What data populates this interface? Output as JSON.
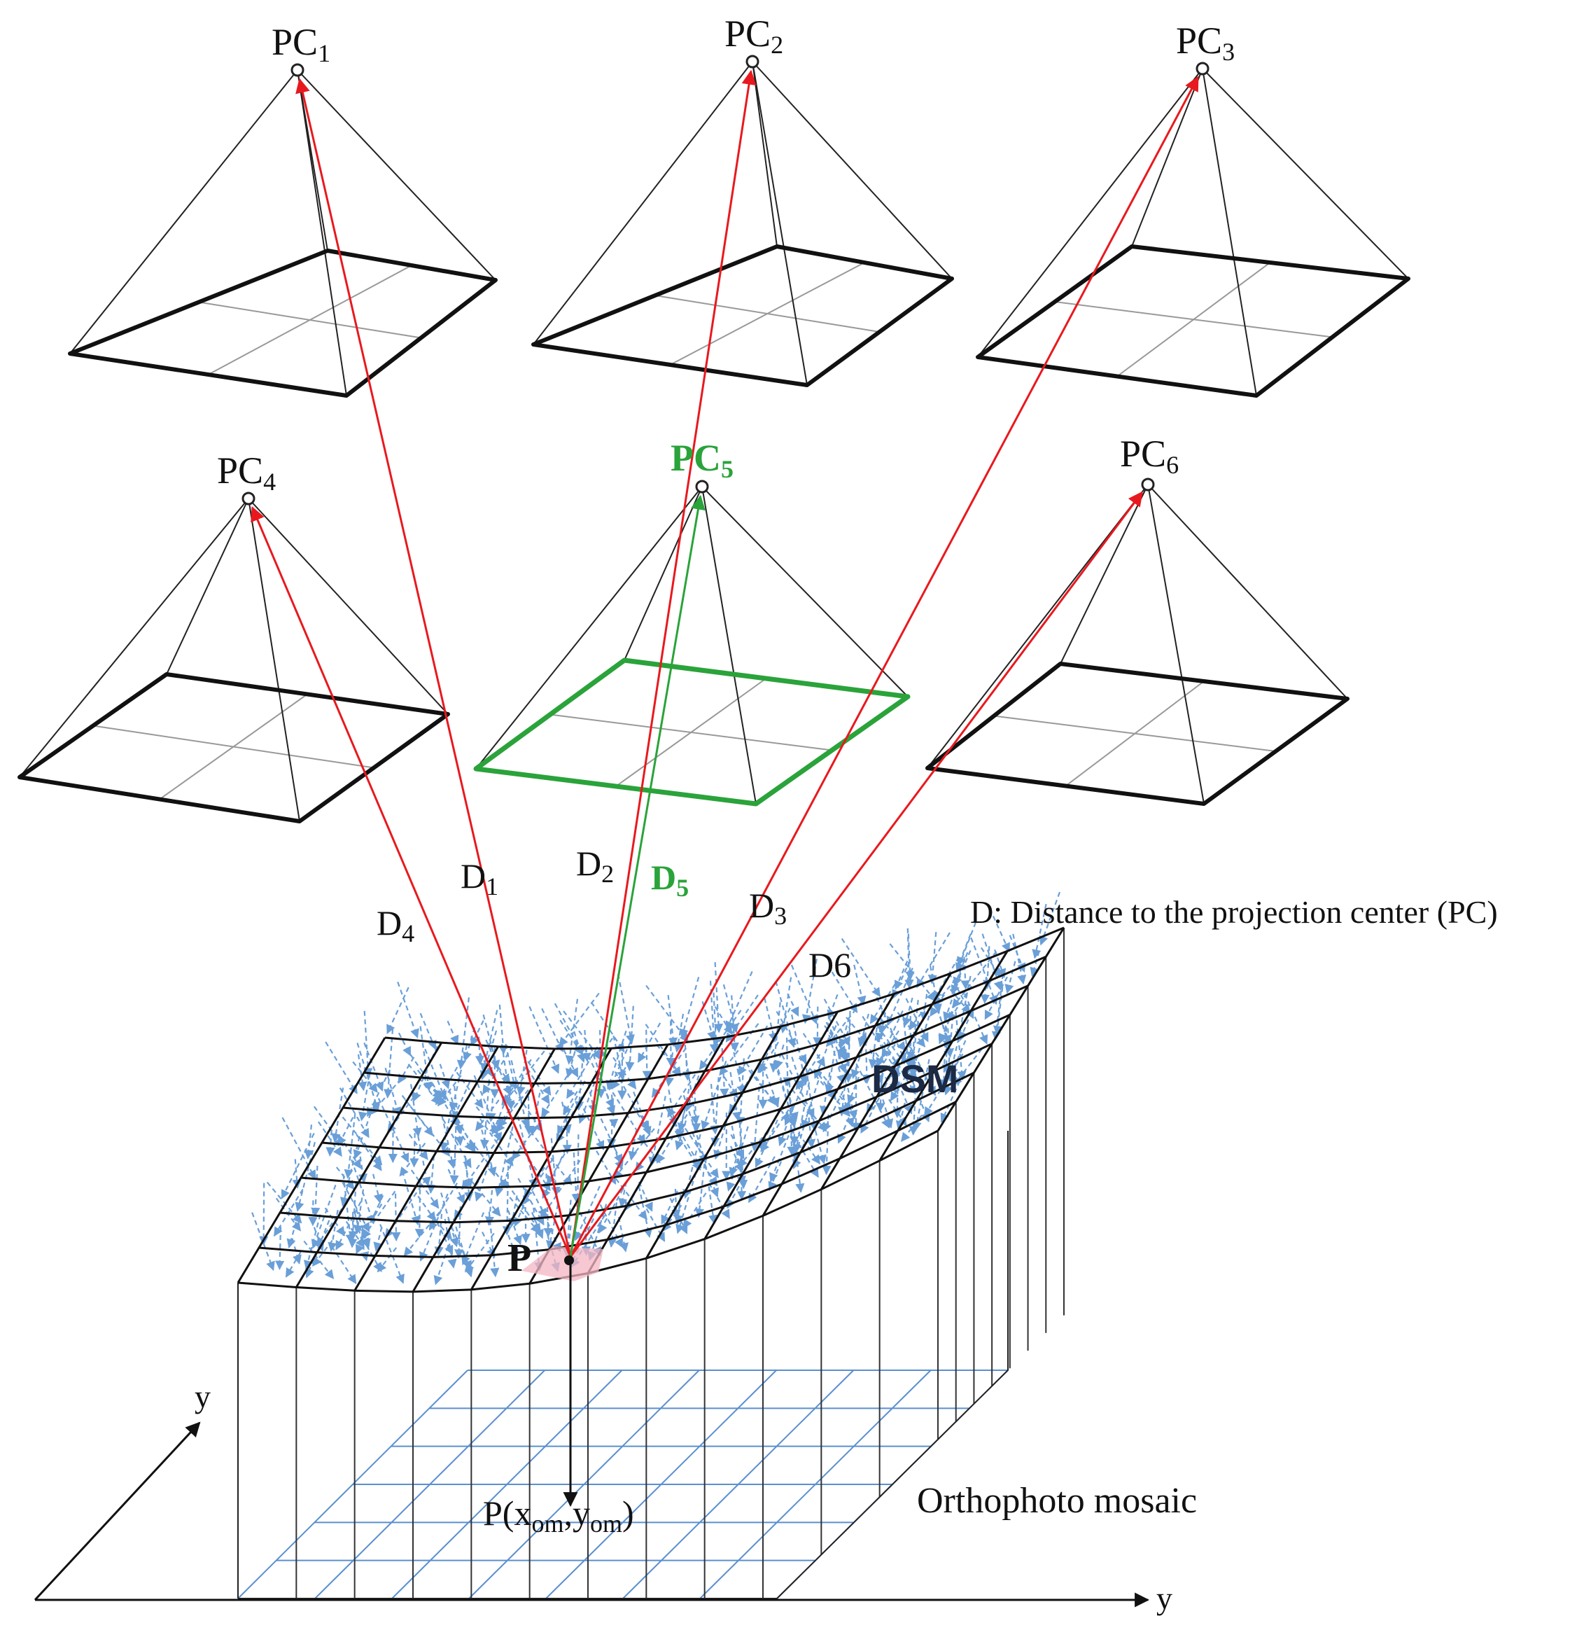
{
  "cameras": [
    {
      "id": "PC1",
      "prefix": "PC",
      "sub": "1"
    },
    {
      "id": "PC2",
      "prefix": "PC",
      "sub": "2"
    },
    {
      "id": "PC3",
      "prefix": "PC",
      "sub": "3"
    },
    {
      "id": "PC4",
      "prefix": "PC",
      "sub": "4"
    },
    {
      "id": "PC5",
      "prefix": "PC",
      "sub": "5",
      "highlight": true
    },
    {
      "id": "PC6",
      "prefix": "PC",
      "sub": "6"
    }
  ],
  "distances": [
    {
      "prefix": "D",
      "sub": "1"
    },
    {
      "prefix": "D",
      "sub": "2"
    },
    {
      "prefix": "D",
      "sub": "5",
      "highlight": true
    },
    {
      "prefix": "D",
      "sub": "3"
    },
    {
      "prefix": "D",
      "sub": "4"
    },
    {
      "prefix": "D",
      "sub": "6",
      "inline": true
    }
  ],
  "legend_note": "D: Distance to the projection center (PC)",
  "dsm_label": "DSM",
  "point_label": "P",
  "ortho_point": {
    "prefix": "P(x",
    "sub1": "om",
    "mid": ",y",
    "sub2": "om",
    "suffix": ")"
  },
  "ortho_label": "Orthophoto mosaic",
  "axis_labels": {
    "diagonal": "y",
    "horizontal": "y"
  },
  "colors": {
    "ray": "#e8191e",
    "selected": "#2aa33a",
    "dsm_vectors": "#6a9fd8",
    "grid": "#5b8fcf",
    "frame": "#111111"
  }
}
